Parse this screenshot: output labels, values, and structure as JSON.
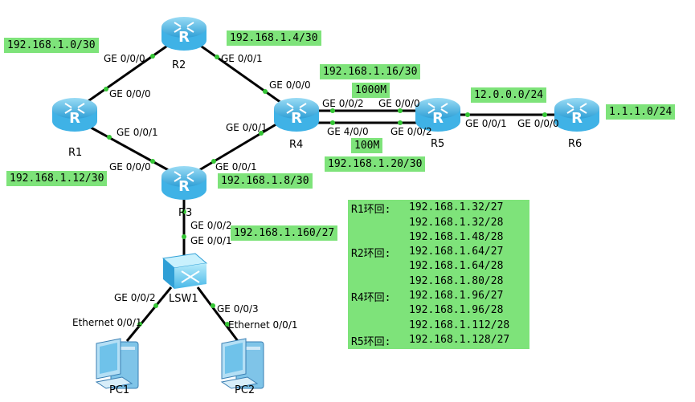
{
  "devices": {
    "R1": "R1",
    "R2": "R2",
    "R3": "R3",
    "R4": "R4",
    "R5": "R5",
    "R6": "R6",
    "LSW1": "LSW1",
    "PC1": "PC1",
    "PC2": "PC2"
  },
  "interfaces": {
    "r2_g000": "GE 0/0/0",
    "r1_g000": "GE 0/0/0",
    "r2_g001": "GE 0/0/1",
    "r4_g000": "GE 0/0/0",
    "r1_g001": "GE 0/0/1",
    "r3_g000": "GE 0/0/0",
    "r4_g001": "GE 0/0/1",
    "r3_g001": "GE 0/0/1",
    "r4_g002": "GE 0/0/2",
    "r5_g000": "GE 0/0/0",
    "r4_g400": "GE 4/0/0",
    "r5_g002": "GE 0/0/2",
    "r5_g001": "GE 0/0/1",
    "r6_g000": "GE 0/0/0",
    "r3_g002": "GE 0/0/2",
    "lsw_g001": "GE 0/0/1",
    "lsw_g002": "GE 0/0/2",
    "lsw_g003": "GE 0/0/3",
    "pc1_eth": "Ethernet 0/0/1",
    "pc2_eth": "Ethernet 0/0/1"
  },
  "links": {
    "speed_1000": "1000M",
    "speed_100": "100M"
  },
  "networks": {
    "r1_r2": "192.168.1.0/30",
    "r2_r4": "192.168.1.4/30",
    "r1_r3": "192.168.1.12/30",
    "r3_r4": "192.168.1.8/30",
    "r4_r5_top": "192.168.1.16/30",
    "r4_r5_bottom": "192.168.1.20/30",
    "r5_r6": "12.0.0.0/24",
    "r6_net": "1.1.1.0/24",
    "r3_lsw": "192.168.1.160/27"
  },
  "loopbacks": [
    {
      "label": "R1环回:",
      "addrs": [
        "192.168.1.32/27",
        "192.168.1.32/28",
        "192.168.1.48/28"
      ]
    },
    {
      "label": "R2环回:",
      "addrs": [
        "192.168.1.64/27",
        "192.168.1.64/28",
        "192.168.1.80/28"
      ]
    },
    {
      "label": "R4环回:",
      "addrs": [
        "192.168.1.96/27",
        "192.168.1.96/28",
        "192.168.1.112/28"
      ]
    },
    {
      "label": "R5环回:",
      "addrs": [
        "192.168.1.128/27"
      ]
    }
  ],
  "colors": {
    "router_body": "#3fb2e6",
    "router_top": "#8fd8f4",
    "highlight": "#7ee37a",
    "link_dot": "#35c635"
  }
}
